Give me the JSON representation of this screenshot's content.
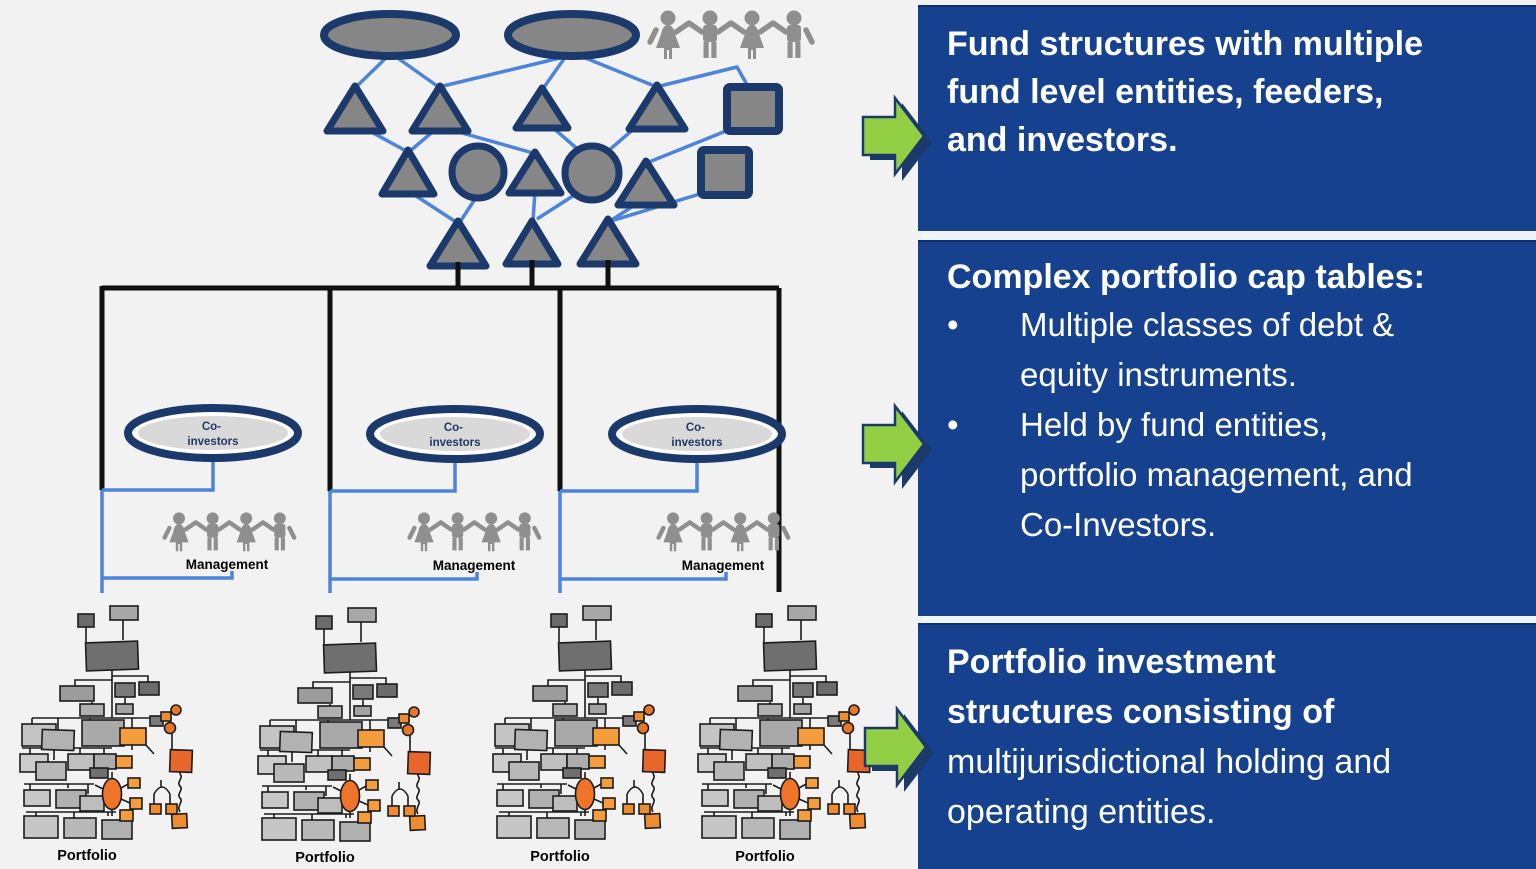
{
  "colors": {
    "panel_blue": "#16418f",
    "arrow_green": "#92cf44",
    "navy_outline": "#1b3a6b",
    "connector_blue": "#4c83dd",
    "shape_gray": "#868686",
    "people_gray": "#8f8f8f",
    "orange_accent": "#ed7429",
    "red_orange": "#e8662a",
    "background": "#f2f2f3"
  },
  "panels": {
    "fund": {
      "text": "Fund structures with multiple\nfund level entities, feeders,\nand investors."
    },
    "cap_tables": {
      "heading": "Complex portfolio cap tables:",
      "bullet_char": "•",
      "bullets": [
        "Multiple classes of debt &\nequity instruments.",
        "Held by fund entities,\nportfolio management, and\nCo-Investors."
      ]
    },
    "portfolio": {
      "bold_text": "Portfolio investment\nstructures consisting of\n",
      "normal_text": "multijurisdictional holding and\noperating entities."
    }
  },
  "diagram": {
    "co_investors": {
      "line1": "Co-",
      "line2": "investors"
    },
    "management_label": "Management",
    "portfolio_label": "Portfolio"
  },
  "icons": {
    "investors": "people-group-icon",
    "management": "people-group-icon",
    "flow": "block-arrow-right-icon"
  }
}
